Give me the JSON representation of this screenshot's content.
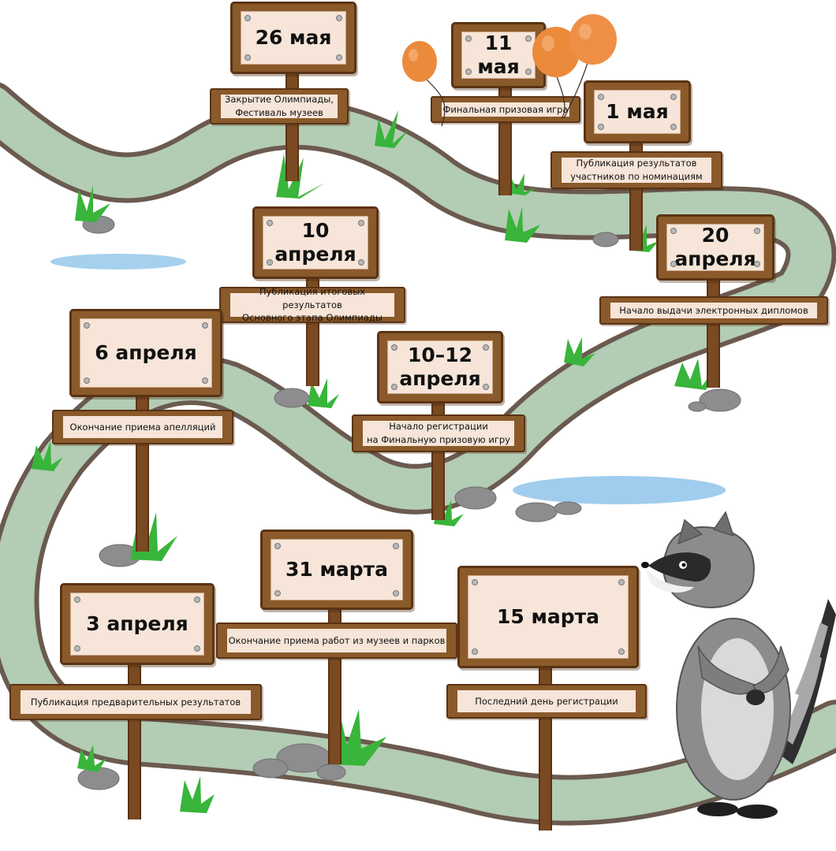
{
  "signs": [
    {
      "date": "26 мая",
      "label": "Закрытие Олимпиады,\nФестиваль музеев"
    },
    {
      "date": "11 мая",
      "label": "Финальная призовая игра"
    },
    {
      "date": "1 мая",
      "label": "Публикация результатов\nучастников по номинациям"
    },
    {
      "date": "20 апреля",
      "label": "Начало выдачи электронных дипломов"
    },
    {
      "date": "10 апреля",
      "label": "Публикация итоговых результатов\nОсновного этапа Олимпиады"
    },
    {
      "date": "6 апреля",
      "label": "Окончание приема апелляций"
    },
    {
      "date": "10–12 апреля",
      "label": "Начало регистрации\nна Финальную призовую игру"
    },
    {
      "date": "3 апреля",
      "label": "Публикация предварительных результатов"
    },
    {
      "date": "31 марта",
      "label": "Окончание приема работ из музеев и парков"
    },
    {
      "date": "15 марта",
      "label": "Последний день регистрации"
    }
  ],
  "colors": {
    "path_fill": "#b3ccb4",
    "path_border": "#6b5a4f",
    "wood": "#8b5a2b",
    "paper": "#f6e5d8",
    "water": "#8fc4ea",
    "balloon": "#ec8a3c",
    "grass": "#38b53a",
    "stone": "#8d8d8f"
  },
  "decor": {
    "mascot": "raccoon-icon",
    "balloons": "balloon-icon",
    "grass": "grass-icon",
    "stones": "stone-icon",
    "puddles": "puddle-icon"
  }
}
